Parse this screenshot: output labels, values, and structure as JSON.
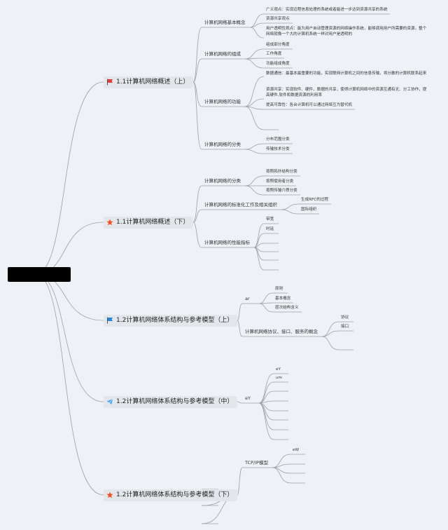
{
  "root": {
    "label": ""
  },
  "branches": [
    {
      "label": "1.1计算机网络概述（上）",
      "icon": "red-flag-icon",
      "children": [
        {
          "label": "计算机网络基本概念",
          "children": [
            {
              "label": "广义观点：实现远程信息处理的系统或者能进一步达到资源共享的系统"
            },
            {
              "label": "资源共享观点"
            },
            {
              "label": "用户透明性观点：能为用户自动管理资源的网络操作系统，能够调用用户所需要的资源，整个网络就像一个大的计算机系统一样对用户是透明的"
            }
          ]
        },
        {
          "label": "计算机网络的组成",
          "children": [
            {
              "label": "组成部分角度"
            },
            {
              "label": "工作角度"
            },
            {
              "label": "功能组成角度"
            }
          ]
        },
        {
          "label": "计算机网络的功能",
          "children": [
            {
              "label": "数据通信：最基本最重要的功能，实现联网计算机之间的信息传输，将分散的计算机联系起来"
            },
            {
              "label": "资源共享：实现软件、硬件，数据的共享，使得计算机网络中的资源互通有无、分工协作，提高硬件,软件和数据资源的利用率"
            },
            {
              "label": "提高可靠性：各台计算机可以通过网络互为替代机"
            },
            {
              "label": ""
            }
          ]
        },
        {
          "label": "计算机网络的分类",
          "children": [
            {
              "label": "分布范围分类"
            },
            {
              "label": "传输技术分类"
            }
          ]
        }
      ]
    },
    {
      "label": "1.1计算机网络概述（下）",
      "icon": "orange-star-icon",
      "children": [
        {
          "label": "计算机网络的分类",
          "children": [
            {
              "label": "按照拓扑结构分类"
            },
            {
              "label": "按照使用者分类"
            },
            {
              "label": "按照传输介质分类"
            }
          ]
        },
        {
          "label": "计算机网络的标准化工作及相关组织",
          "children": [
            {
              "label": "生成RFC的过程"
            },
            {
              "label": "国际组织"
            }
          ]
        },
        {
          "label": "计算机网络的性能指标",
          "children": [
            {
              "label": "带宽"
            },
            {
              "label": "时延"
            },
            {
              "label": ""
            },
            {
              "label": ""
            },
            {
              "label": ""
            },
            {
              "label": ""
            }
          ]
        }
      ]
    },
    {
      "label": "1.2计算机网络体系结构与参考模型（上）",
      "icon": "blue-flag-icon",
      "children": [
        {
          "label": "ar",
          "children": [
            {
              "label": "原则"
            },
            {
              "label": "基本概念"
            },
            {
              "label": "层次结构含义"
            }
          ]
        },
        {
          "label": "计算机网络协议、接口、服务的概念",
          "children": [
            {
              "label": "协议"
            },
            {
              "label": "接口"
            },
            {
              "label": ""
            }
          ]
        }
      ]
    },
    {
      "label": "1.2计算机网络体系结构与参考模型（中）",
      "icon": "paper-plane-icon",
      "children": [
        {
          "label": "eY",
          "children": [
            {
              "label": "eY"
            },
            {
              "label": "um"
            },
            {
              "label": ""
            },
            {
              "label": ""
            },
            {
              "label": ""
            },
            {
              "label": ""
            },
            {
              "label": ""
            },
            {
              "label": ""
            }
          ]
        }
      ]
    },
    {
      "label": "1.2计算机网络体系结构与参考模型（下）",
      "icon": "orange-star-icon",
      "children": [
        {
          "label": "TCP/IP模型",
          "children": [
            {
              "label": "eW"
            },
            {
              "label": ""
            },
            {
              "label": ""
            },
            {
              "label": ""
            }
          ]
        },
        {
          "label": ""
        },
        {
          "label": ""
        },
        {
          "label": ""
        }
      ]
    }
  ],
  "colors": {
    "background": "#eef2f7",
    "line": "#9aa0a6",
    "main_fill": "#e3e6ea",
    "red_flag": "#e53935",
    "blue_flag": "#1e88e5",
    "star": "#f4511e",
    "plane": "#42a5f5"
  }
}
